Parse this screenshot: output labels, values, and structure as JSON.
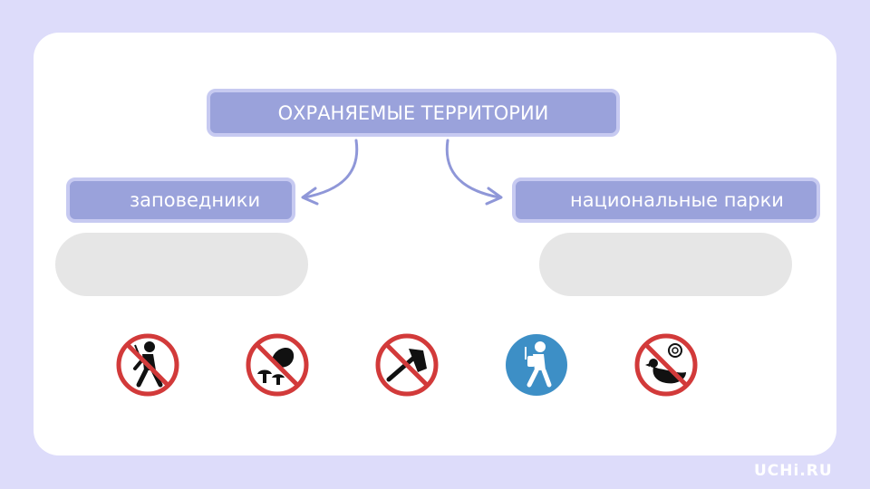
{
  "diagram": {
    "root": {
      "label": "ОХРАНЯЕМЫЕ ТЕРРИТОРИИ"
    },
    "left_branch": {
      "label": "заповедники",
      "answer": ""
    },
    "right_branch": {
      "label": "национальные парки",
      "answer": ""
    }
  },
  "signs": [
    {
      "icon": "no-hunting-icon",
      "prohibited": true
    },
    {
      "icon": "no-gathering-plants-icon",
      "prohibited": true
    },
    {
      "icon": "no-tree-cutting-icon",
      "prohibited": true
    },
    {
      "icon": "hiking-allowed-icon",
      "prohibited": false
    },
    {
      "icon": "no-bird-shooting-icon",
      "prohibited": true
    }
  ],
  "colors": {
    "background": "#dddcfa",
    "box_fill": "#9aa2db",
    "box_border": "#c7caf1",
    "arrow": "#8f97d8",
    "prohibited_red": "#d23a3a",
    "allowed_blue": "#3d8fc6"
  },
  "brand": {
    "logo": "UCHi.RU"
  }
}
